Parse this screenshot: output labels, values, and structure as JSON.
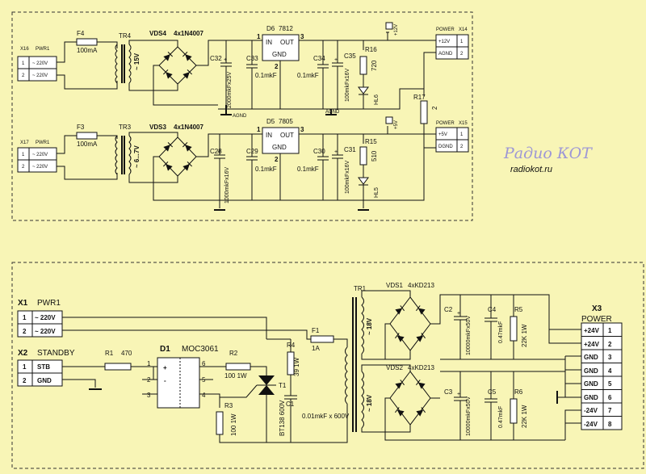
{
  "logo": {
    "line1": "Радио КОТ",
    "line2": "radiokot.ru"
  },
  "top": {
    "x16": {
      "ref": "X16",
      "name": "PWR1",
      "pins": [
        "1",
        "2"
      ],
      "labels": [
        "~ 220V",
        "~ 220V"
      ]
    },
    "x17": {
      "ref": "X17",
      "name": "PWR1",
      "pins": [
        "1",
        "2"
      ],
      "labels": [
        "~ 220V",
        "~ 220V"
      ]
    },
    "f4": {
      "ref": "F4",
      "value": "100mA"
    },
    "f3": {
      "ref": "F3",
      "value": "100mA"
    },
    "tr4": {
      "ref": "TR4",
      "volt": "~ 15V"
    },
    "tr3": {
      "ref": "TR3",
      "volt": "~ 6...7V"
    },
    "vds4": {
      "ref": "VDS4",
      "value": "4x1N4007"
    },
    "vds3": {
      "ref": "VDS3",
      "value": "4x1N4007"
    },
    "d6": {
      "ref": "D6",
      "value": "7812",
      "in": "IN",
      "out": "OUT",
      "gnd": "GND",
      "p1": "1",
      "p2": "2",
      "p3": "3"
    },
    "d5": {
      "ref": "D5",
      "value": "7805",
      "in": "IN",
      "out": "OUT",
      "gnd": "GND",
      "p1": "1",
      "p2": "2",
      "p3": "3"
    },
    "c32": {
      "ref": "C32",
      "value": "2000mkFx25V"
    },
    "c33": {
      "ref": "C33",
      "value": "0.1mkF"
    },
    "c34": {
      "ref": "C34",
      "value": "0.1mkF"
    },
    "c35": {
      "ref": "C35",
      "value": "100mkFx16V"
    },
    "c28": {
      "ref": "C28",
      "value": "1000mkFx16V"
    },
    "c29": {
      "ref": "C29",
      "value": "0.1mkF"
    },
    "c30": {
      "ref": "C30",
      "value": "0.1mkF"
    },
    "c31": {
      "ref": "C31",
      "value": "100mkFx16V"
    },
    "r16": {
      "ref": "R16",
      "value": "720"
    },
    "r15": {
      "ref": "R15",
      "value": "510"
    },
    "r17": {
      "ref": "R17",
      "value": "2"
    },
    "hl6": {
      "ref": "HL6"
    },
    "hl5": {
      "ref": "HL5"
    },
    "agnd": "AGND",
    "p12": "+12V",
    "p5": "+5V",
    "x14": {
      "title": "POWER",
      "ref": "X14",
      "rows": [
        {
          "label": "+12V",
          "pin": "1"
        },
        {
          "label": "AGND",
          "pin": "2"
        }
      ]
    },
    "x15": {
      "title": "POWER",
      "ref": "X15",
      "rows": [
        {
          "label": "+5V",
          "pin": "1"
        },
        {
          "label": "DGND",
          "pin": "2"
        }
      ]
    }
  },
  "bottom": {
    "x1": {
      "ref": "X1",
      "name": "PWR1",
      "pins": [
        "1",
        "2"
      ],
      "labels": [
        "~ 220V",
        "~ 220V"
      ]
    },
    "x2": {
      "ref": "X2",
      "name": "STANDBY",
      "pins": [
        "1",
        "2"
      ],
      "labels": [
        "STB",
        "GND"
      ]
    },
    "r1": {
      "ref": "R1",
      "value": "470"
    },
    "d1": {
      "ref": "D1",
      "value": "MOC3061",
      "pins": [
        "1",
        "2",
        "3",
        "6",
        "5",
        "4"
      ],
      "plus": "+",
      "minus": "-"
    },
    "r2": {
      "ref": "R2",
      "value": "100 1W"
    },
    "r3": {
      "ref": "R3",
      "value": "100 1W"
    },
    "r4": {
      "ref": "R4",
      "value": "39 1W"
    },
    "t1": {
      "ref": "T1",
      "value": "BT138 600V"
    },
    "c1": {
      "ref": "C1",
      "value": "0.01mkF x 600V"
    },
    "f1": {
      "ref": "F1",
      "value": "1A"
    },
    "tr1": {
      "ref": "TR1",
      "v1": "~ 18V",
      "v2": "~ 18V"
    },
    "vds1": {
      "ref": "VDS1",
      "value": "4xKD213"
    },
    "vds2": {
      "ref": "VDS2",
      "value": "4xKD213"
    },
    "c2": {
      "ref": "C2",
      "value": "10000mkFx50V"
    },
    "c4": {
      "ref": "C4",
      "value": "0.47mkF"
    },
    "r5": {
      "ref": "R5",
      "value": "22K 1W"
    },
    "c3": {
      "ref": "C3",
      "value": "10000mkFx50V"
    },
    "c5": {
      "ref": "C5",
      "value": "0.47mkF"
    },
    "r6": {
      "ref": "R6",
      "value": "22K 1W"
    },
    "x3": {
      "ref": "X3",
      "title": "POWER",
      "rows": [
        {
          "label": "+24V",
          "pin": "1"
        },
        {
          "label": "+24V",
          "pin": "2"
        },
        {
          "label": "GND",
          "pin": "3"
        },
        {
          "label": "GND",
          "pin": "4"
        },
        {
          "label": "GND",
          "pin": "5"
        },
        {
          "label": "GND",
          "pin": "6"
        },
        {
          "label": "-24V",
          "pin": "7"
        },
        {
          "label": "-24V",
          "pin": "8"
        }
      ]
    }
  }
}
